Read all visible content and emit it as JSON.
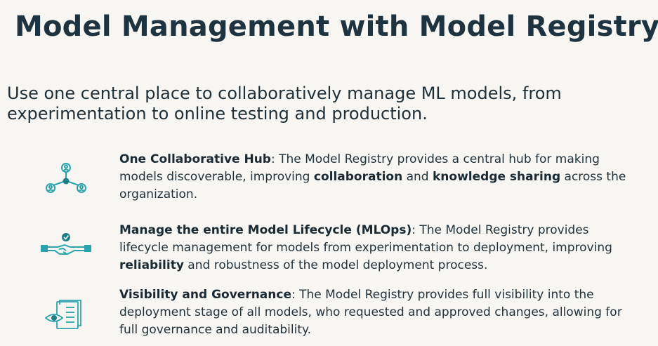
{
  "title": "Model Management with Model Registry",
  "subtitle": "Use one central place to collaboratively manage ML models, from experimentation to online testing and production.",
  "features": [
    {
      "icon": "collaboration-hub-icon",
      "heading": "One Collaborative Hub",
      "text_1": ": The Model Registry provides a central hub for making models discoverable, improving ",
      "bold_1": "collaboration",
      "text_2": " and ",
      "bold_2": "knowledge sharing",
      "text_3": " across the organization."
    },
    {
      "icon": "handshake-icon",
      "heading": "Manage the entire Model Lifecycle (MLOps)",
      "text_1": ": The Model Registry provides lifecycle management for models from experimentation to deployment, improving ",
      "bold_1": "reliability",
      "text_2": " and robustness of the model deployment process."
    },
    {
      "icon": "governance-document-icon",
      "heading": "Visibility and Governance",
      "text_1": ": The Model Registry provides full visibility into the deployment stage of all models, who requested and approved changes, allowing for full governance and auditability."
    }
  ],
  "colors": {
    "background": "#f7f6f3",
    "title": "#1e3340",
    "icon": "#2ba3ad"
  }
}
